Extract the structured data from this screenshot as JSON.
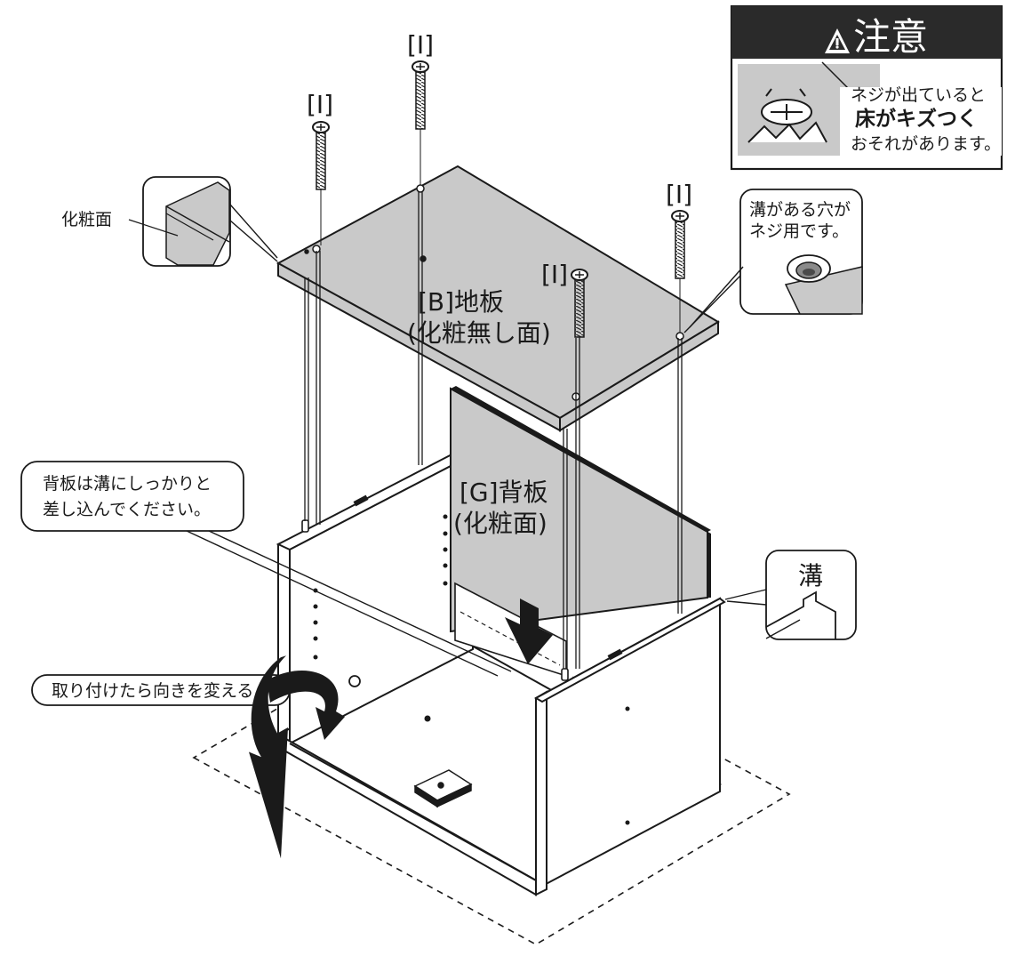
{
  "warning": {
    "title": "注意",
    "line1": "ネジが出ていると",
    "line2": "床がキズつく",
    "line3": "おそれがあります。"
  },
  "screw_label": "[I]",
  "face_label": "化粧面",
  "board_b": {
    "line1": "[B]地板",
    "line2": "(化粧無し面)"
  },
  "board_g": {
    "line1": "[G]背板",
    "line2": "(化粧面)"
  },
  "hole_note": {
    "line1": "溝がある穴が",
    "line2": "ネジ用です。"
  },
  "back_note": {
    "line1": "背板は溝にしっかりと",
    "line2": "差し込んでください。"
  },
  "groove_label": "溝",
  "rotate_note": "取り付けたら向きを変える",
  "colors": {
    "panel_gray": "#c9c9c9",
    "line": "#1a1a1a",
    "warning_bg": "#2a2a2a"
  }
}
